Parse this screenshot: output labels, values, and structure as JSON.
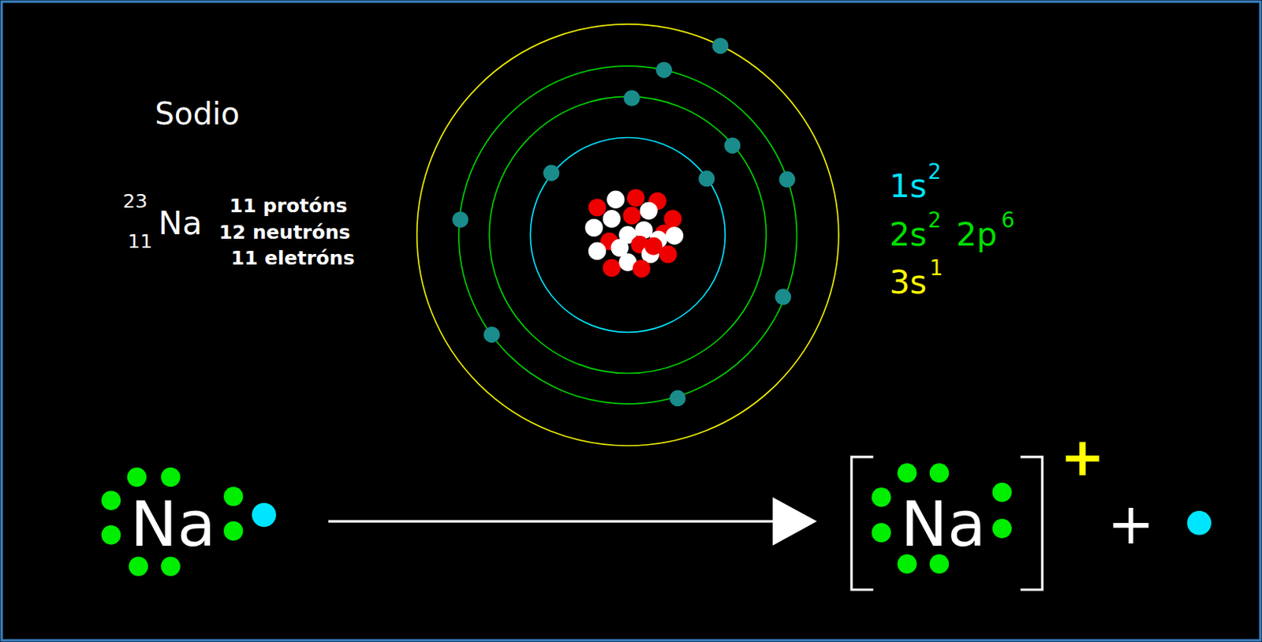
{
  "diagram": {
    "labels": [
      "Sodio",
      "23",
      "11",
      "Na",
      "11 protóns",
      "12 neutróns",
      "11 eletróns",
      "1s",
      "2",
      "2s",
      "2",
      "2p",
      "6",
      "3s",
      "1",
      "Na",
      "Na",
      "+",
      "+"
    ]
  }
}
